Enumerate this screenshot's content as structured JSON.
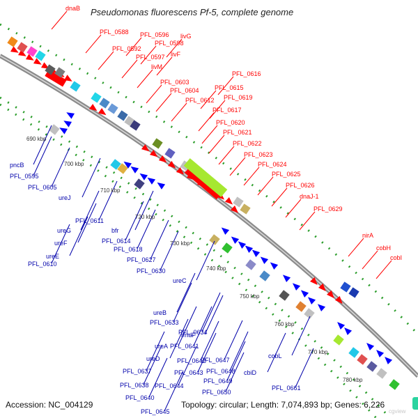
{
  "title": "Pseudomonas fluorescens Pf-5, complete genome",
  "accession": "Accession: NC_004129",
  "topology": "Topology: circular; Length: 7,074,893 bp; Genes: 6,226",
  "watermark": "cgview",
  "colors": {
    "forward": "#ff0000",
    "reverse": "#0000ff",
    "forward_label": "#ff0000",
    "reverse_label": "#0000aa",
    "backbone": "#8c8c8c",
    "tick": "#2a9d2a"
  },
  "kbp_ticks": [
    "690 kbp",
    "700 kbp",
    "710 kbp",
    "720 kbp",
    "730 kbp",
    "740 kbp",
    "750 kbp",
    "760 kbp",
    "770 kbp",
    "780 kbp"
  ],
  "forward_labels": [
    "dnaB",
    "PFL_0588",
    "PFL_0596",
    "livG",
    "PFL_0592",
    "PFL_0598",
    "PFL_0597",
    "livF",
    "livM",
    "PFL_0616",
    "PFL_0603",
    "PFL_0615",
    "PFL_0604",
    "PFL_0619",
    "PFL_0612",
    "PFL_0617",
    "PFL_0620",
    "PFL_0621",
    "PFL_0622",
    "PFL_0623",
    "PFL_0624",
    "PFL_0625",
    "PFL_0626",
    "dnaJ-1",
    "PFL_0629",
    "nirA",
    "cobH",
    "cobI"
  ],
  "reverse_labels": [
    "pncB",
    "PFL_0595",
    "PFL_0605",
    "ureJ",
    "PFL_0611",
    "ureG",
    "ureF",
    "ureE",
    "PFL_0610",
    "bfr",
    "PFL_0614",
    "PFL_0618",
    "PFL_0627",
    "PFL_0630",
    "ureC",
    "ureB",
    "PFL_0633",
    "PFL_0634",
    "rmdF",
    "ureA",
    "PFL_0641",
    "ureD",
    "PFL_0642",
    "PFL_0647",
    "PFL_0637",
    "PFL_0643",
    "PFL_0648",
    "PFL_0638",
    "PFL_0644",
    "PFL_0649",
    "PFL_0640",
    "PFL_0650",
    "PFL_0645",
    "cbiD",
    "cobL",
    "PFL_0661"
  ]
}
